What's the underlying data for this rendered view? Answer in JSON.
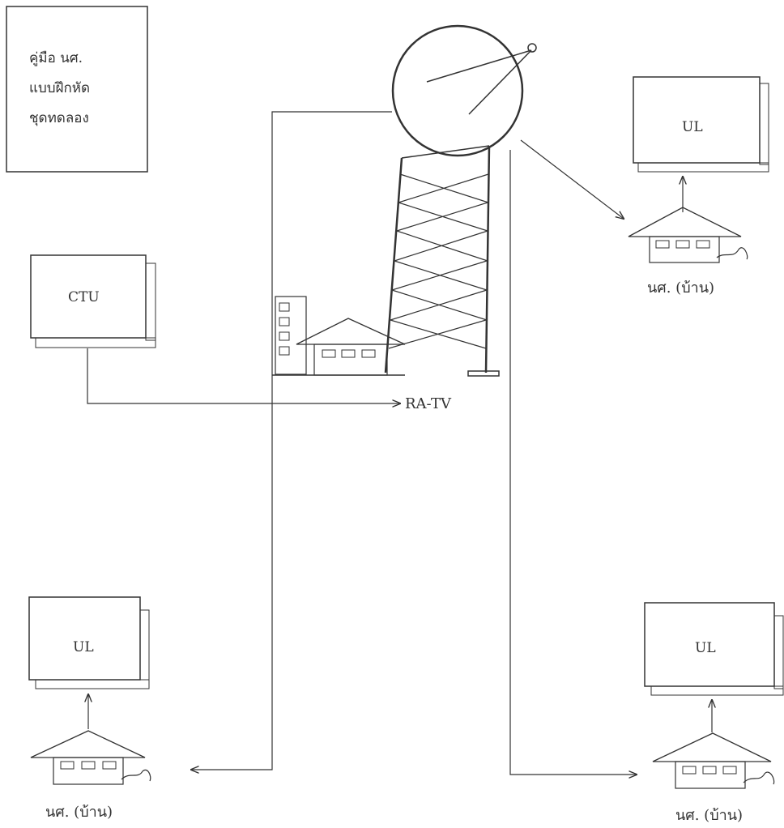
{
  "manual_box": {
    "lines": [
      "คู่มือ นศ.",
      "แบบฝึกหัด",
      "ชุดทดลอง"
    ]
  },
  "ctu": {
    "label": "CTU"
  },
  "station": {
    "label": "RA-TV"
  },
  "units": [
    {
      "screen_label": "UL",
      "house_label": "นศ. (บ้าน)"
    },
    {
      "screen_label": "UL",
      "house_label": "นศ. (บ้าน)"
    },
    {
      "screen_label": "UL",
      "house_label": "นศ. (บ้าน)"
    }
  ],
  "colors": {
    "ink": "#333333",
    "paper": "#ffffff",
    "fill": "#bbbbbb"
  },
  "icons": [
    "satellite-dish-icon",
    "tower-icon",
    "building-icon",
    "house-icon",
    "tv-screen-icon"
  ]
}
